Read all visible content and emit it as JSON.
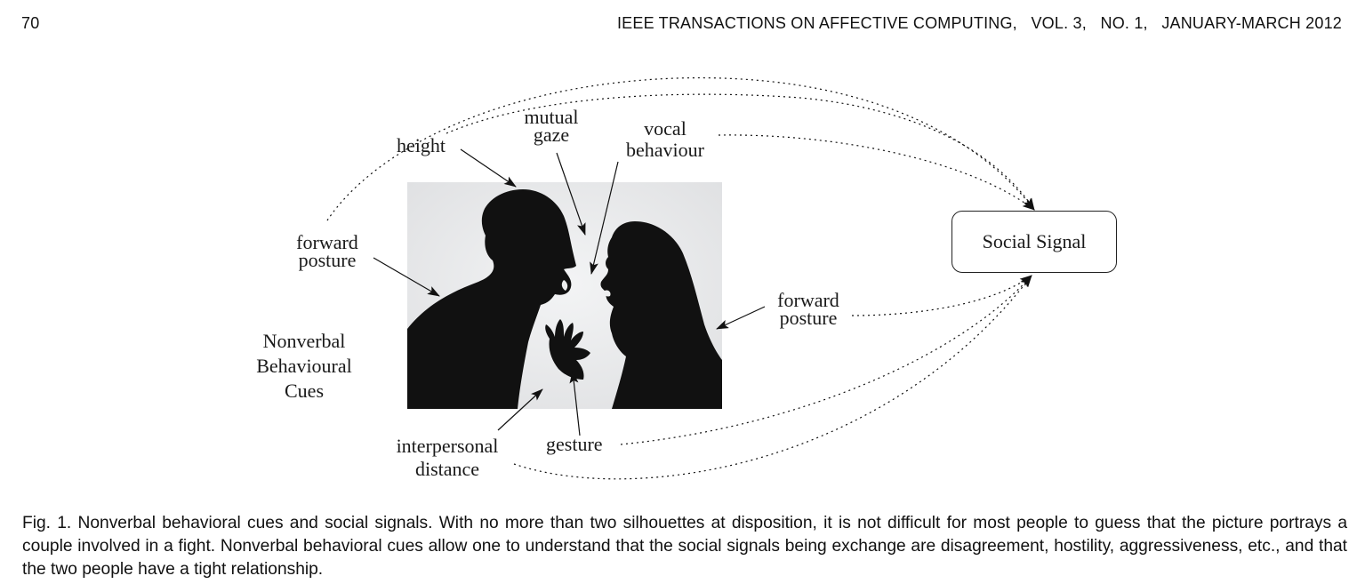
{
  "header": {
    "page_number": "70",
    "running_head": "IEEE TRANSACTIONS ON AFFECTIVE COMPUTING,   VOL. 3,   NO. 1,   JANUARY-MARCH 2012"
  },
  "figure": {
    "labels": {
      "height": "height",
      "mutual_gaze": [
        "mutual",
        "gaze"
      ],
      "vocal_behaviour": [
        "vocal",
        "behaviour"
      ],
      "forward_posture_left": [
        "forward",
        "posture"
      ],
      "forward_posture_right": [
        "forward",
        "posture"
      ],
      "nonverbal_cues": [
        "Nonverbal",
        "Behavioural",
        "Cues"
      ],
      "interpersonal_distance": [
        "interpersonal",
        "distance"
      ],
      "gesture": "gesture"
    },
    "social_signal": "Social Signal",
    "photo_icon": "silhouettes-of-arguing-couple-image"
  },
  "caption": {
    "text": "Fig. 1. Nonverbal behavioral cues and social signals. With no more than two silhouettes at disposition, it is not difficult for most people to guess that the picture portrays a couple involved in a fight. Nonverbal behavioral cues allow one to understand that the social signals being exchange are disagreement, hostility, aggressiveness, etc., and that the two people have a tight relationship."
  }
}
